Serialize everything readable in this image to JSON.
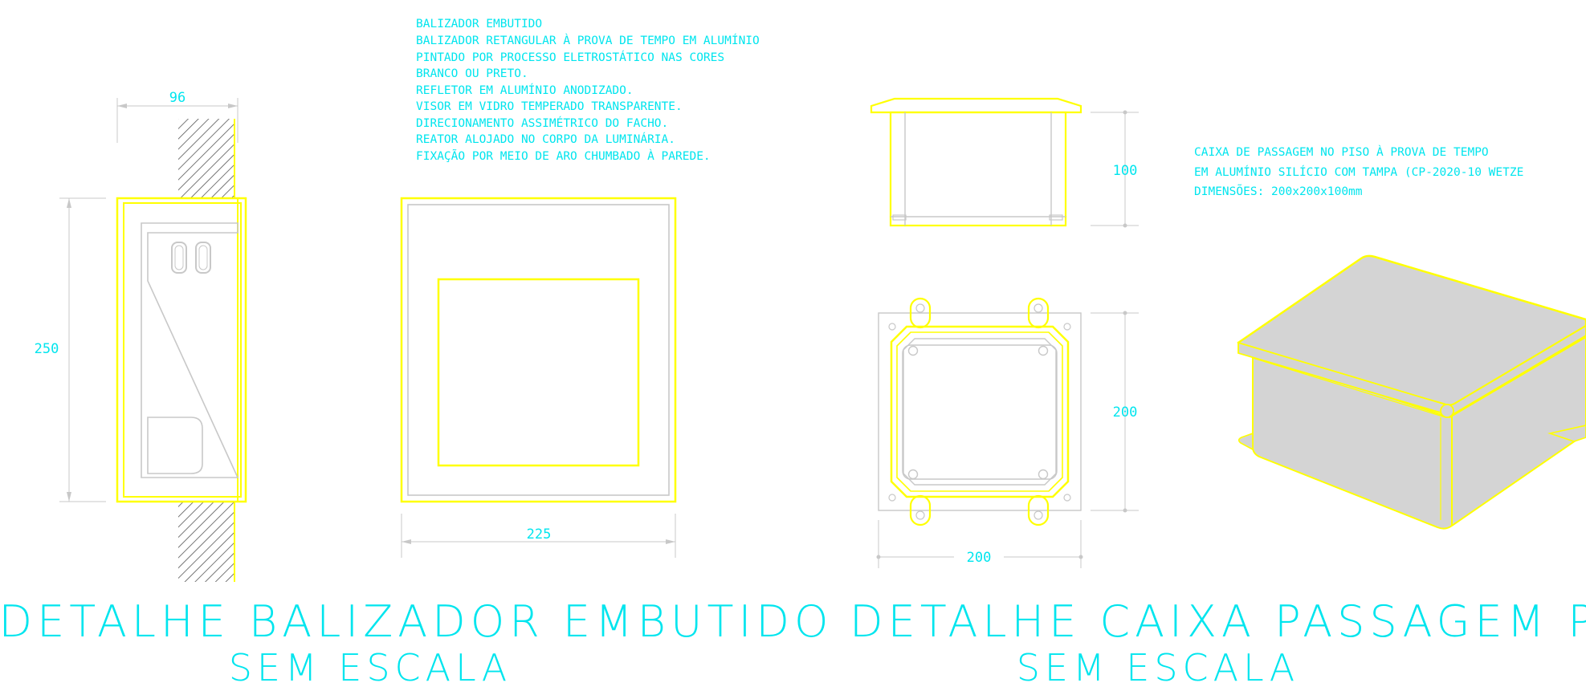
{
  "colors": {
    "accent": "#00e5ee",
    "outline_highlight": "#ffff00",
    "line_gray": "#c8c8c8",
    "fill_gray": "#d4d4d4",
    "background": "#ffffff"
  },
  "balizador": {
    "spec_lines": [
      "BALIZADOR EMBUTIDO",
      "BALIZADOR RETANGULAR À PROVA DE TEMPO EM ALUMÍNIO",
      "PINTADO POR   PROCESSO   ELETROSTÁTICO   NAS   CORES",
      "BRANCO OU PRETO.",
      "REFLETOR EM ALUMÍNIO ANODIZADO.",
      "VISOR EM VIDRO TEMPERADO TRANSPARENTE.",
      "DIRECIONAMENTO ASSIMÉTRICO DO FACHO.",
      "REATOR ALOJADO NO CORPO DA LUMINÁRIA.",
      "FIXAÇÃO POR MEIO DE ARO CHUMBADO À PAREDE."
    ],
    "dim_width_side": "96",
    "dim_height_side": "250",
    "dim_width_front": "225",
    "title": "DETALHE BALIZADOR EMBUTIDO",
    "scale": "SEM ESCALA"
  },
  "caixa": {
    "spec_lines": [
      "CAIXA DE PASSAGEM NO PISO À PROVA DE TEMPO",
      "EM ALUMÍNIO SILÍCIO COM TAMPA (CP-2020-10 WETZE",
      "DIMENSÕES: 200x200x100mm"
    ],
    "dim_height_elevation": "100",
    "dim_depth_plan": "200",
    "dim_width_plan": "200",
    "title": "DETALHE CAIXA PASSAGEM PISO",
    "scale": "SEM ESCALA"
  }
}
